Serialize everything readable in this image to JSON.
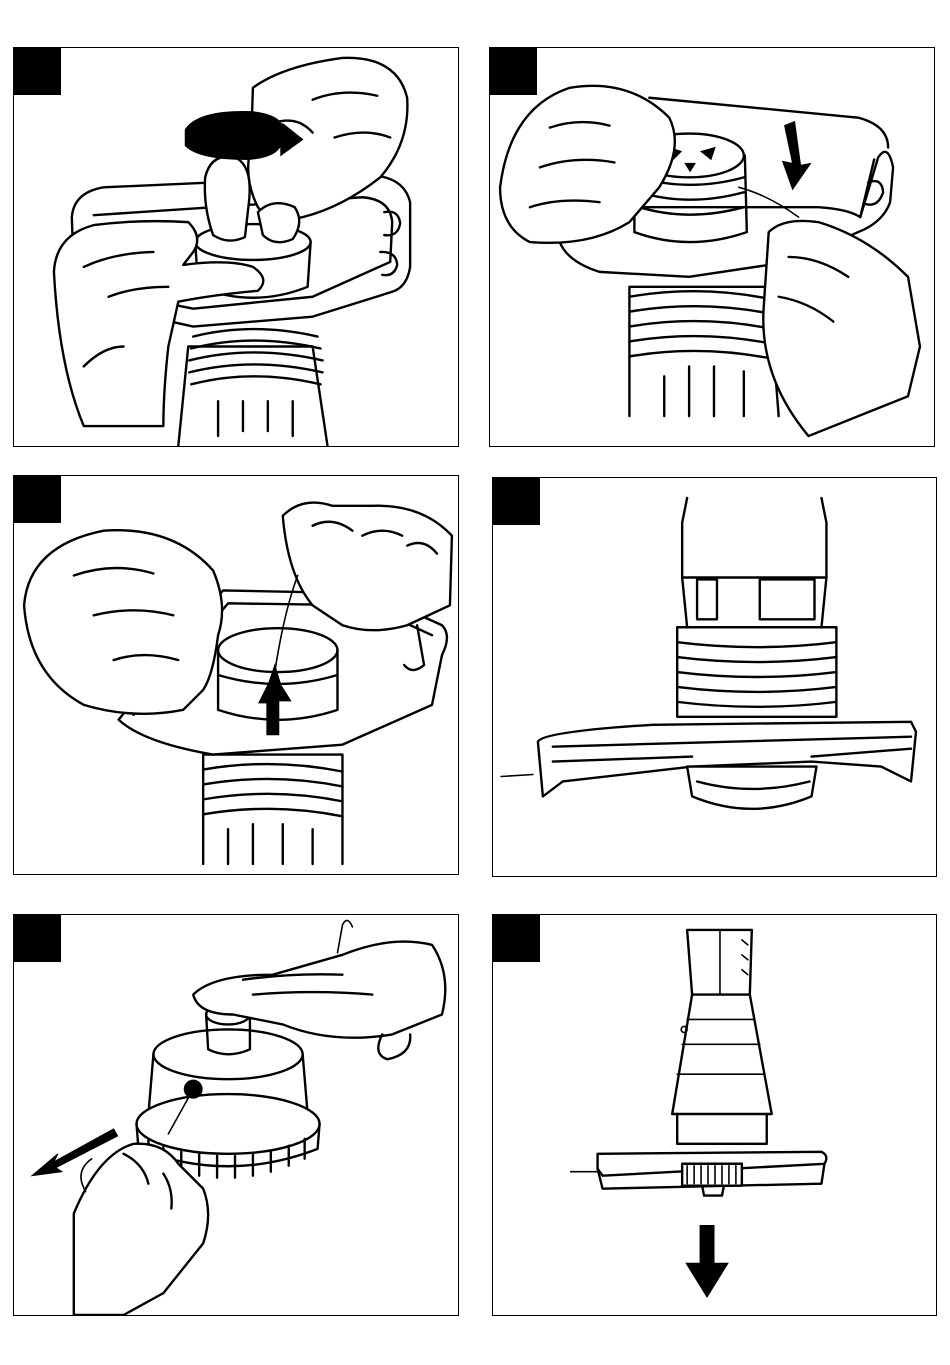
{
  "page": {
    "type": "instruction-illustration-sheet"
  },
  "panels": [
    {
      "id": 1,
      "step_badge": "",
      "scene": "hands-rotating-spool-cap"
    },
    {
      "id": 2,
      "step_badge": "",
      "scene": "hands-threading-line-through-eyelet"
    },
    {
      "id": 3,
      "step_badge": "",
      "scene": "hands-winding-line-on-spool"
    },
    {
      "id": 4,
      "step_badge": "",
      "scene": "side-view-guard-with-cutter-marker"
    },
    {
      "id": 5,
      "step_badge": "",
      "scene": "pulling-line-out-of-spool"
    },
    {
      "id": 6,
      "step_badge": "",
      "scene": "trimmer-overview-with-down-arrow"
    }
  ],
  "colors": {
    "ink": "#000000",
    "paper": "#ffffff"
  },
  "icons": {
    "rotate": "curved-arrow-icon",
    "down": "down-arrow-icon",
    "pull": "pull-arrow-icon"
  }
}
